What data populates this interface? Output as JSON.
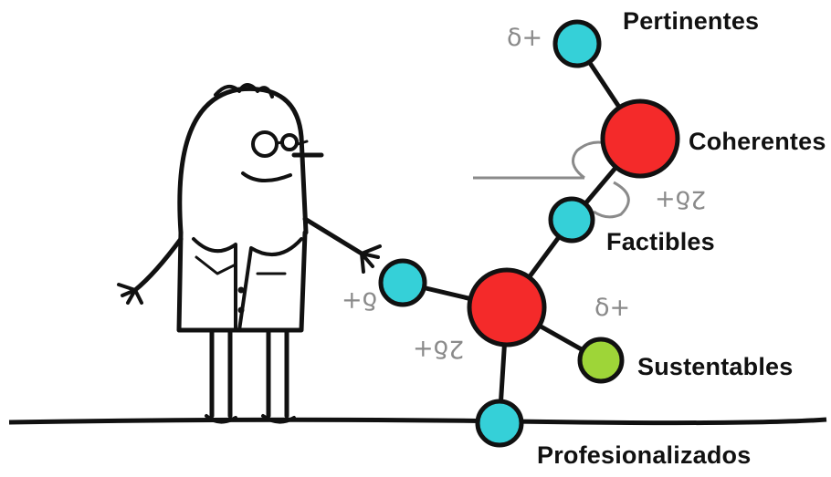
{
  "diagram": {
    "labels": {
      "pertinentes": "Pertinentes",
      "coherentes": "Coherentes",
      "factibles": "Factibles",
      "sustentables": "Sustentables",
      "profesionalizados": "Profesionalizados"
    },
    "charges": {
      "delta_plus": "δ+",
      "two_delta_plus": "2δ+"
    },
    "colors": {
      "cyan_atom": "#35d0d8",
      "red_atom": "#f42a2a",
      "green_atom": "#9ed538",
      "bond": "#111111",
      "charge_text": "#8a8a8a"
    }
  }
}
